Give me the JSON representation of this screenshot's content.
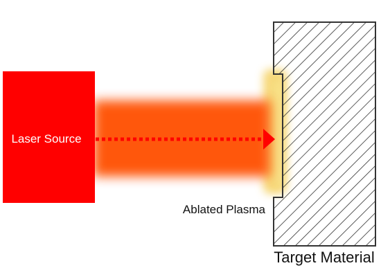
{
  "diagram": {
    "laser_label": "Laser Source",
    "plasma_label": "Ablated Plasma",
    "target_label": "Target Material"
  },
  "colors": {
    "laser_source": "#ff0000",
    "beam": "#ff5000",
    "beam_axis": "#ff0000",
    "plasma": "#f5d060",
    "target_stroke": "#333333",
    "target_fill": "#ffffff"
  }
}
